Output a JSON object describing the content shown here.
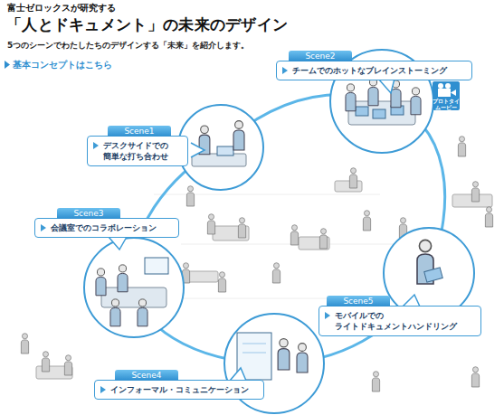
{
  "diagram": {
    "title": "「人とドキュメント」の未来のデザイン",
    "nodes": [
      {
        "text": [
          "Scene1",
          "デスクサイドでの 簡単な打ち合わせ"
        ]
      },
      {
        "text": [
          "Scene2",
          "チームでのホットなブレインストーミング"
        ]
      },
      {
        "text": [
          "Scene3",
          "会議室でのコラボレーション"
        ]
      },
      {
        "text": [
          "Scene4",
          "インフォーマル・コミュニケーション"
        ]
      },
      {
        "text": [
          "Scene5",
          "モバイルでの ライトドキュメントハンドリング"
        ]
      }
    ],
    "labels": [
      "富士ゼロックスが研究する",
      "5つのシーンでわたしたちのデザインする「未来」を紹介します。",
      "基本コンセプトはこちら",
      "プロトタイプ ムービー"
    ]
  }
}
